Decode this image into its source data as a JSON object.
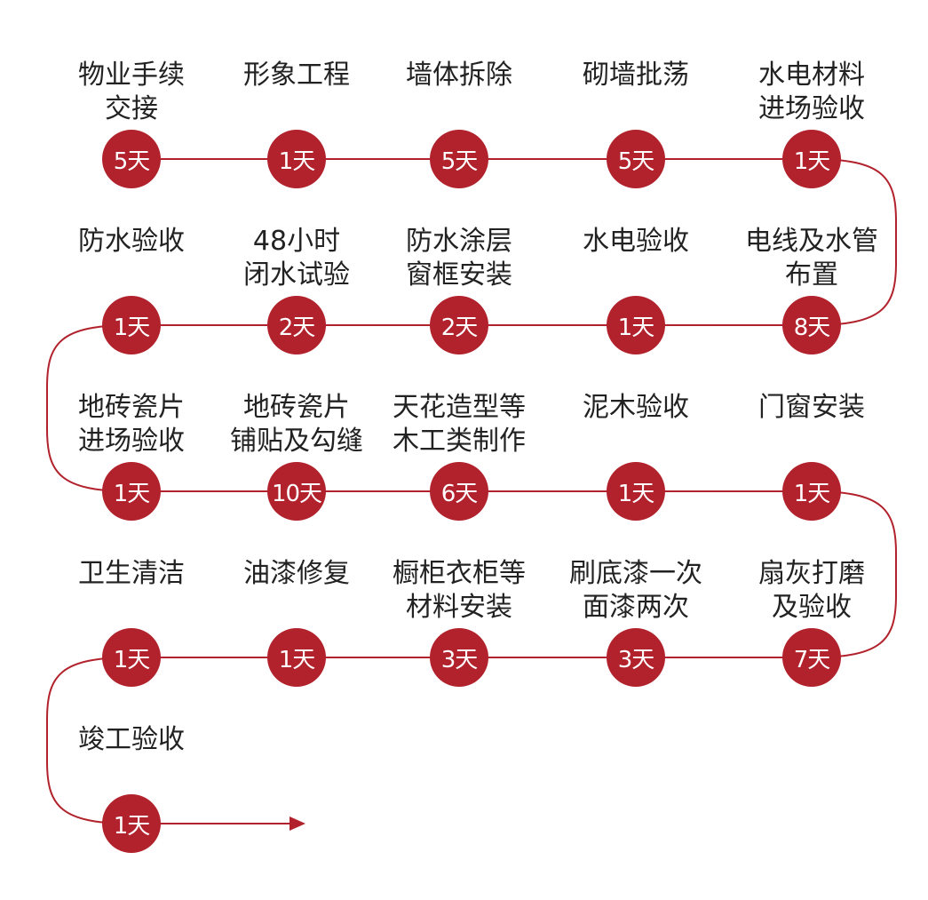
{
  "colors": {
    "accent": "#b2222c",
    "line": "#b2222c",
    "text": "#222222"
  },
  "steps": [
    {
      "label": [
        "物业手续",
        "交接"
      ],
      "duration": "5天"
    },
    {
      "label": [
        "形象工程"
      ],
      "duration": "1天"
    },
    {
      "label": [
        "墙体拆除"
      ],
      "duration": "5天"
    },
    {
      "label": [
        "砌墙批荡"
      ],
      "duration": "5天"
    },
    {
      "label": [
        "水电材料",
        "进场验收"
      ],
      "duration": "1天"
    },
    {
      "label": [
        "电线及水管",
        "布置"
      ],
      "duration": "8天"
    },
    {
      "label": [
        "水电验收"
      ],
      "duration": "1天"
    },
    {
      "label": [
        "防水涂层",
        "窗框安装"
      ],
      "duration": "2天"
    },
    {
      "label": [
        "48小时",
        "闭水试验"
      ],
      "duration": "2天"
    },
    {
      "label": [
        "防水验收"
      ],
      "duration": "1天"
    },
    {
      "label": [
        "地砖瓷片",
        "进场验收"
      ],
      "duration": "1天"
    },
    {
      "label": [
        "地砖瓷片",
        "铺贴及勾缝"
      ],
      "duration": "10天"
    },
    {
      "label": [
        "天花造型等",
        "木工类制作"
      ],
      "duration": "6天"
    },
    {
      "label": [
        "泥木验收"
      ],
      "duration": "1天"
    },
    {
      "label": [
        "门窗安装"
      ],
      "duration": "1天"
    },
    {
      "label": [
        "扇灰打磨",
        "及验收"
      ],
      "duration": "7天"
    },
    {
      "label": [
        "刷底漆一次",
        "面漆两次"
      ],
      "duration": "3天"
    },
    {
      "label": [
        "橱柜衣柜等",
        "材料安装"
      ],
      "duration": "3天"
    },
    {
      "label": [
        "油漆修复"
      ],
      "duration": "1天"
    },
    {
      "label": [
        "卫生清洁"
      ],
      "duration": "1天"
    },
    {
      "label": [
        "竣工验收"
      ],
      "duration": "1天"
    }
  ]
}
